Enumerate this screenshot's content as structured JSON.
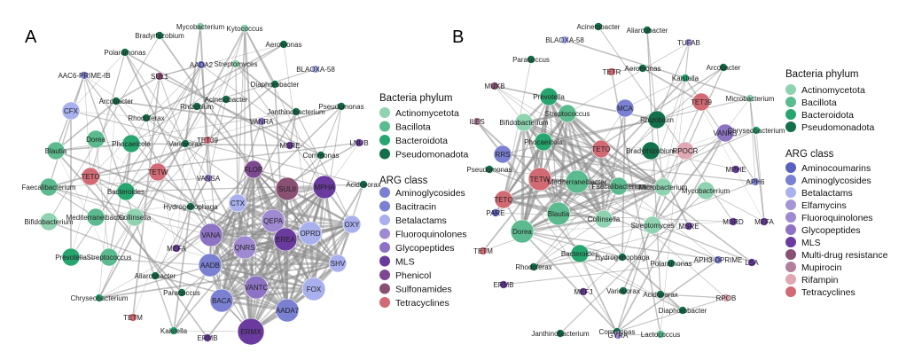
{
  "colors": {
    "Actinomycetota": "#8fd3b0",
    "Bacillota": "#5bbb8e",
    "Bacteroidota": "#26a56f",
    "Pseudomonadota": "#12714a",
    "Aminocoumarins": "#5a5fc4",
    "Aminoglycosides": "#7a80d2",
    "Bacitracin": "#7a80d2",
    "Betalactams": "#a8b0ee",
    "Elfamycins": "#a596d6",
    "Fluoroquinolones": "#9f8ad2",
    "Glycopeptides": "#8e73c4",
    "MLS": "#6a3a9e",
    "Phenicol": "#7e4890",
    "Sulfonamides": "#8a5074",
    "Multi-drug resistance": "#8a5074",
    "Mupirocin": "#b27f9c",
    "Rifampin": "#e0a8b2",
    "Tetracyclines": "#d26a74"
  },
  "panels": [
    {
      "letter": "A",
      "legend": {
        "bacteria_title": "Bacteria phylum",
        "bacteria": [
          "Actinomycetota",
          "Bacillota",
          "Bacteroidota",
          "Pseudomonadota"
        ],
        "arg_title": "ARG class",
        "arg": [
          "Aminoglycosides",
          "Bacitracin",
          "Betalactams",
          "Fluoroquinolones",
          "Glycopeptides",
          "MLS",
          "Phenicol",
          "Sulfonamides",
          "Tetracyclines"
        ]
      },
      "nodes": [
        {
          "label": "Mycobacterium",
          "class": "Actinomycetota",
          "size": "s"
        },
        {
          "label": "Kytococcus",
          "class": "Actinomycetota",
          "size": "s"
        },
        {
          "label": "Bradyrhizobium",
          "class": "Pseudomonadota",
          "size": "s"
        },
        {
          "label": "Aeromonas",
          "class": "Pseudomonadota",
          "size": "s"
        },
        {
          "label": "Polaromonas",
          "class": "Pseudomonadota",
          "size": "s"
        },
        {
          "label": "AADA2",
          "class": "Aminoglycosides",
          "size": "s"
        },
        {
          "label": "Streptomyces",
          "class": "Actinomycetota",
          "size": "s"
        },
        {
          "label": "BLAOXA-58",
          "class": "Betalactams",
          "size": "s"
        },
        {
          "label": "AAC6-PRIME-IB",
          "class": "Aminoglycosides",
          "size": "s"
        },
        {
          "label": "SUL1",
          "class": "Sulfonamides",
          "size": "s"
        },
        {
          "label": "Diaphorobacter",
          "class": "Pseudomonadota",
          "size": "s"
        },
        {
          "label": "Acinetobacter",
          "class": "Pseudomonadota",
          "size": "s"
        },
        {
          "label": "Arcobacter",
          "class": "Pseudomonadota",
          "size": "s"
        },
        {
          "label": "Rhizobium",
          "class": "Pseudomonadota",
          "size": "s"
        },
        {
          "label": "Pseudomonas",
          "class": "Pseudomonadota",
          "size": "s"
        },
        {
          "label": "CFX",
          "class": "Betalactams",
          "size": "m"
        },
        {
          "label": "Rhodoferax",
          "class": "Pseudomonadota",
          "size": "s"
        },
        {
          "label": "Janthinobacterium",
          "class": "Pseudomonadota",
          "size": "s"
        },
        {
          "label": "VANRA",
          "class": "Glycopeptides",
          "size": "s"
        },
        {
          "label": "Dorea",
          "class": "Bacillota",
          "size": "m"
        },
        {
          "label": "Phocaeicola",
          "class": "Bacteroidota",
          "size": "m"
        },
        {
          "label": "Variovorax",
          "class": "Pseudomonadota",
          "size": "s"
        },
        {
          "label": "TET39",
          "class": "Tetracyclines",
          "size": "s"
        },
        {
          "label": "MSRE",
          "class": "MLS",
          "size": "s"
        },
        {
          "label": "LNUB",
          "class": "MLS",
          "size": "s"
        },
        {
          "label": "Blautia",
          "class": "Bacillota",
          "size": "m"
        },
        {
          "label": "Commonas",
          "class": "Pseudomonadota",
          "size": "s"
        },
        {
          "label": "TETO",
          "class": "Tetracyclines",
          "size": "m"
        },
        {
          "label": "TETW",
          "class": "Tetracyclines",
          "size": "m"
        },
        {
          "label": "FLOR",
          "class": "Phenicol",
          "size": "m"
        },
        {
          "label": "Acidovorax",
          "class": "Pseudomonadota",
          "size": "s"
        },
        {
          "label": "Faecalibacterium",
          "class": "Bacillota",
          "size": "m"
        },
        {
          "label": "Bacteroides",
          "class": "Bacteroidota",
          "size": "m"
        },
        {
          "label": "VANSA",
          "class": "Glycopeptides",
          "size": "s"
        },
        {
          "label": "SULII",
          "class": "Sulfonamides",
          "size": "l"
        },
        {
          "label": "MPHA",
          "class": "MLS",
          "size": "l"
        },
        {
          "label": "Hydrogenophaga",
          "class": "Pseudomonadota",
          "size": "s"
        },
        {
          "label": "CTX",
          "class": "Betalactams",
          "size": "m"
        },
        {
          "label": "Mediterraneibacter",
          "class": "Bacillota",
          "size": "m"
        },
        {
          "label": "Bifidobacterium",
          "class": "Actinomycetota",
          "size": "m"
        },
        {
          "label": "Collinsella",
          "class": "Actinomycetota",
          "size": "m"
        },
        {
          "label": "QEPA",
          "class": "Fluoroquinolones",
          "size": "l"
        },
        {
          "label": "OPRD",
          "class": "Betalactams",
          "size": "l"
        },
        {
          "label": "OXY",
          "class": "Betalactams",
          "size": "m"
        },
        {
          "label": "VANA",
          "class": "Glycopeptides",
          "size": "l"
        },
        {
          "label": "MEFA",
          "class": "MLS",
          "size": "s"
        },
        {
          "label": "QNRS",
          "class": "Fluoroquinolones",
          "size": "l"
        },
        {
          "label": "EREA",
          "class": "MLS",
          "size": "l"
        },
        {
          "label": "SHV",
          "class": "Betalactams",
          "size": "m"
        },
        {
          "label": "Prevotella",
          "class": "Bacteroidota",
          "size": "m"
        },
        {
          "label": "Streptococcus",
          "class": "Bacillota",
          "size": "m"
        },
        {
          "label": "AADB",
          "class": "Aminoglycosides",
          "size": "l"
        },
        {
          "label": "Aliarcobacter",
          "class": "Pseudomonadota",
          "size": "s"
        },
        {
          "label": "VANTC",
          "class": "Glycopeptides",
          "size": "l"
        },
        {
          "label": "FOX",
          "class": "Betalactams",
          "size": "l"
        },
        {
          "label": "Paracoccus",
          "class": "Pseudomonadota",
          "size": "s"
        },
        {
          "label": "BACA",
          "class": "Bacitracin",
          "size": "l"
        },
        {
          "label": "AADA7",
          "class": "Aminoglycosides",
          "size": "l"
        },
        {
          "label": "Chryseobacterium",
          "class": "Bacteroidota",
          "size": "s"
        },
        {
          "label": "TETM",
          "class": "Tetracyclines",
          "size": "s"
        },
        {
          "label": "ERMX",
          "class": "MLS",
          "size": "xl"
        },
        {
          "label": "Kaistella",
          "class": "Bacteroidota",
          "size": "s"
        },
        {
          "label": "ERMB",
          "class": "MLS",
          "size": "s"
        }
      ]
    },
    {
      "letter": "B",
      "legend": {
        "bacteria_title": "Bacteria phylum",
        "bacteria": [
          "Actinomycetota",
          "Bacillota",
          "Bacteroidota",
          "Pseudomonadota"
        ],
        "arg_title": "ARG class",
        "arg": [
          "Aminocoumarins",
          "Aminoglycosides",
          "Betalactams",
          "Elfamycins",
          "Fluoroquinolones",
          "Glycopeptides",
          "MLS",
          "Multi-drug resistance",
          "Mupirocin",
          "Rifampin",
          "Tetracyclines"
        ]
      },
      "nodes": [
        {
          "label": "Acinetobacter",
          "class": "Pseudomonadota",
          "size": "s"
        },
        {
          "label": "Aliarcobacter",
          "class": "Pseudomonadota",
          "size": "s"
        },
        {
          "label": "BLAOXA-58",
          "class": "Betalactams",
          "size": "s"
        },
        {
          "label": "TUFAB",
          "class": "Elfamycins",
          "size": "s"
        },
        {
          "label": "Paracoccus",
          "class": "Pseudomonadota",
          "size": "s"
        },
        {
          "label": "TETR",
          "class": "Tetracyclines",
          "size": "s"
        },
        {
          "label": "Aeromonas",
          "class": "Pseudomonadota",
          "size": "s"
        },
        {
          "label": "Arcobacter",
          "class": "Pseudomonadota",
          "size": "s"
        },
        {
          "label": "Kaistella",
          "class": "Bacteroidota",
          "size": "s"
        },
        {
          "label": "MUXB",
          "class": "Multi-drug resistance",
          "size": "s"
        },
        {
          "label": "Prevotella",
          "class": "Bacteroidota",
          "size": "m"
        },
        {
          "label": "MCA",
          "class": "Aminoglycosides",
          "size": "m"
        },
        {
          "label": "TET39",
          "class": "Tetracyclines",
          "size": "m"
        },
        {
          "label": "Microbacterium",
          "class": "Actinomycetota",
          "size": "s"
        },
        {
          "label": "Streptococcus",
          "class": "Bacillota",
          "size": "m"
        },
        {
          "label": "Rhizobium",
          "class": "Pseudomonadota",
          "size": "m"
        },
        {
          "label": "ILES",
          "class": "Mupirocin",
          "size": "s"
        },
        {
          "label": "Bifidobacterium",
          "class": "Actinomycetota",
          "size": "m"
        },
        {
          "label": "Bradyrhizobium",
          "class": "Pseudomonadota",
          "size": "m"
        },
        {
          "label": "VANRS",
          "class": "Glycopeptides",
          "size": "m"
        },
        {
          "label": "Chryseobacterium",
          "class": "Bacteroidota",
          "size": "s"
        },
        {
          "label": "RRS",
          "class": "Aminoglycosides",
          "size": "m"
        },
        {
          "label": "Phocaeicola",
          "class": "Bacteroidota",
          "size": "m"
        },
        {
          "label": "TETO",
          "class": "Tetracyclines",
          "size": "m"
        },
        {
          "label": "RPOCR",
          "class": "Rifampin",
          "size": "m"
        },
        {
          "label": "MPHE",
          "class": "MLS",
          "size": "s"
        },
        {
          "label": "Pseudomonas",
          "class": "Pseudomonadota",
          "size": "s"
        },
        {
          "label": "TETW",
          "class": "Tetracyclines",
          "size": "l"
        },
        {
          "label": "Mediterraneibacter",
          "class": "Bacillota",
          "size": "l"
        },
        {
          "label": "Faecalibacterium",
          "class": "Bacillota",
          "size": "m"
        },
        {
          "label": "Microbacterium",
          "class": "Actinomycetota",
          "size": "m"
        },
        {
          "label": "Mycobacterium",
          "class": "Actinomycetota",
          "size": "m"
        },
        {
          "label": "APH6",
          "class": "Aminoglycosides",
          "size": "s"
        },
        {
          "label": "TETQ",
          "class": "Tetracyclines",
          "size": "m"
        },
        {
          "label": "PARE",
          "class": "Aminocoumarins",
          "size": "s"
        },
        {
          "label": "Blautia",
          "class": "Bacillota",
          "size": "l"
        },
        {
          "label": "Collinsella",
          "class": "Actinomycetota",
          "size": "m"
        },
        {
          "label": "MSRD",
          "class": "MLS",
          "size": "s"
        },
        {
          "label": "MEFA",
          "class": "MLS",
          "size": "s"
        },
        {
          "label": "Dorea",
          "class": "Bacillota",
          "size": "l"
        },
        {
          "label": "Streptomyces",
          "class": "Actinomycetota",
          "size": "m"
        },
        {
          "label": "MSRE",
          "class": "MLS",
          "size": "s"
        },
        {
          "label": "TETM",
          "class": "Tetracyclines",
          "size": "s"
        },
        {
          "label": "Bacteroides",
          "class": "Bacteroidota",
          "size": "m"
        },
        {
          "label": "Hydrogenophaga",
          "class": "Pseudomonadota",
          "size": "s"
        },
        {
          "label": "Polaromonas",
          "class": "Pseudomonadota",
          "size": "s"
        },
        {
          "label": "APH3-DPRIME",
          "class": "Aminoglycosides",
          "size": "s"
        },
        {
          "label": "LSA",
          "class": "MLS",
          "size": "s"
        },
        {
          "label": "Rhodoferax",
          "class": "Pseudomonadota",
          "size": "s"
        },
        {
          "label": "ERMB",
          "class": "MLS",
          "size": "s"
        },
        {
          "label": "MEFJ",
          "class": "MLS",
          "size": "s"
        },
        {
          "label": "Variovorax",
          "class": "Pseudomonadota",
          "size": "s"
        },
        {
          "label": "Acidovorax",
          "class": "Pseudomonadota",
          "size": "s"
        },
        {
          "label": "RPOB",
          "class": "Rifampin",
          "size": "s"
        },
        {
          "label": "Diaphorobacter",
          "class": "Pseudomonadota",
          "size": "s"
        },
        {
          "label": "Janthinobacterium",
          "class": "Pseudomonadota",
          "size": "s"
        },
        {
          "label": "Commonas",
          "class": "Pseudomonadota",
          "size": "s"
        },
        {
          "label": "GYRA",
          "class": "Fluoroquinolones",
          "size": "s"
        },
        {
          "label": "Lactococcus",
          "class": "Bacillota",
          "size": "s"
        }
      ]
    }
  ]
}
